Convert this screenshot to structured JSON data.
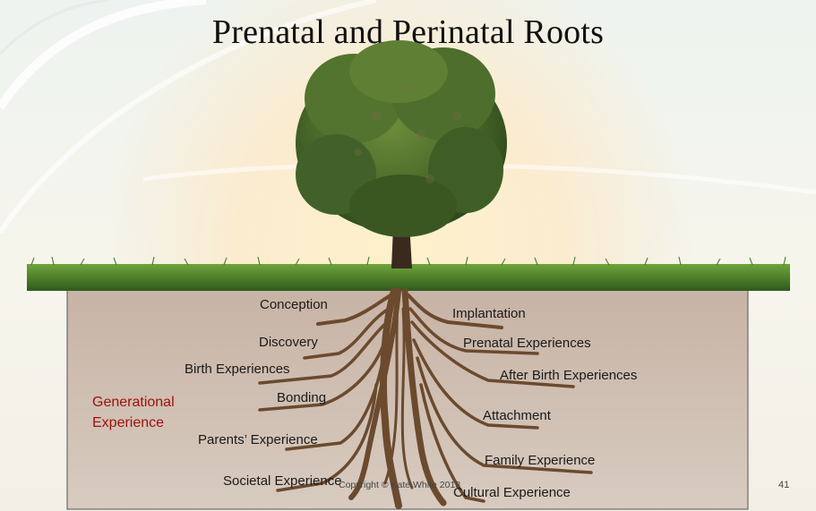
{
  "slide": {
    "title": "Prenatal and Perinatal Roots",
    "generational_label": "Generational Experience",
    "copyright": "Copyright © Kate White 2018",
    "slide_number": "41"
  },
  "roots_left": [
    "Conception",
    "Discovery",
    "Birth Experiences",
    "Bonding",
    "Parents’ Experience",
    "Societal Experience"
  ],
  "roots_right": [
    "Implantation",
    "Prenatal Experiences",
    "After Birth Experiences",
    "Attachment",
    "Family Experience",
    "Cultural Experience"
  ],
  "colors": {
    "title": "#111111",
    "generational": "#a01010",
    "grass": "#4f8a2c",
    "root": "#6b4a2e",
    "soil": "#cbb9ab",
    "foliage": "#4c6a2c"
  }
}
